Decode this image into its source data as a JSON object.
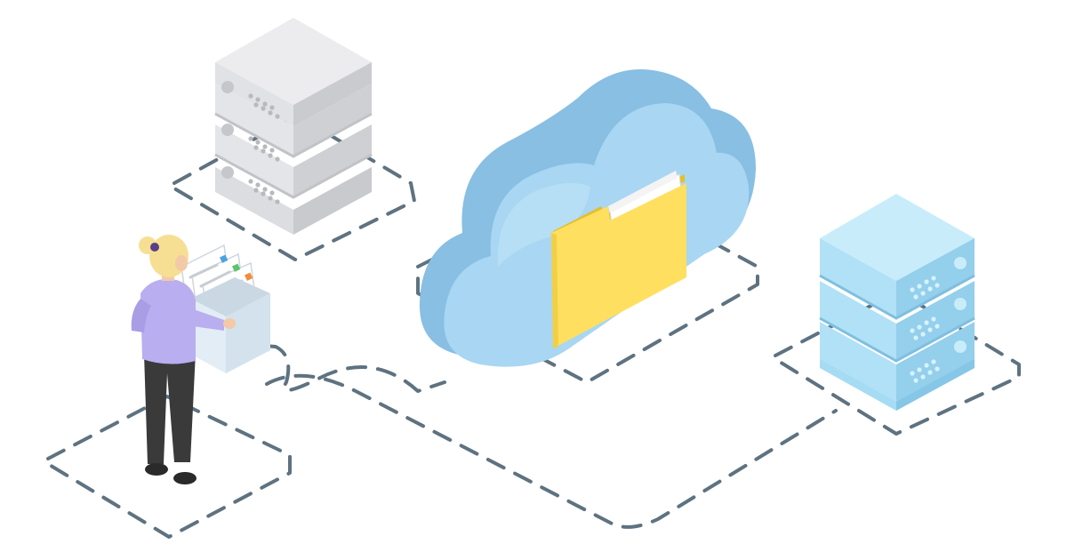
{
  "scene": {
    "elements": [
      "gray-server-stack",
      "cloud-storage",
      "folder",
      "blue-server-stack",
      "person-with-file-box"
    ],
    "colors": {
      "background": "#ffffff",
      "dashed_path": "#5e7280",
      "gray_server_top": "#ececee",
      "gray_server_side_left": "#dcdde0",
      "gray_server_side_right": "#c9cace",
      "cloud_front": "#a9d6f2",
      "cloud_side": "#88bfe3",
      "folder_front": "#ffdf5f",
      "folder_back": "#e4bf2c",
      "blue_server_top": "#c9ecfb",
      "blue_server_side_left": "#a6dbf4",
      "blue_server_side_right": "#86c6e6",
      "shirt": "#b9aef0",
      "pants": "#3a3a3a",
      "hair": "#f6df92",
      "file_box": "#e2edf5"
    }
  }
}
